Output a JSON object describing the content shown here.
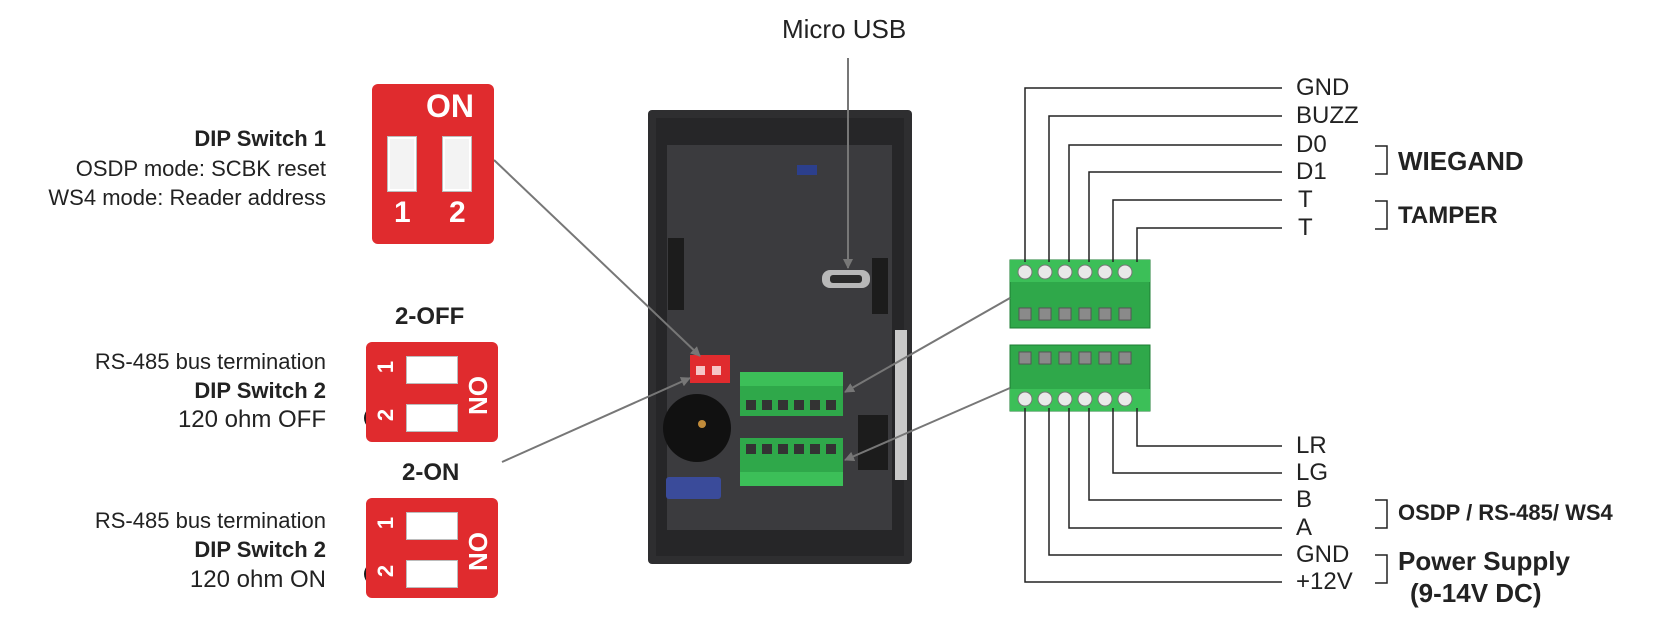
{
  "top": {
    "micro_usb": "Micro USB"
  },
  "dip1": {
    "on_label": "ON",
    "num1": "1",
    "num2": "2",
    "title": "DIP Switch 1",
    "line1": "OSDP mode: SCBK reset",
    "line2": "WS4 mode: Reader address"
  },
  "dip2_off": {
    "heading": "2-OFF",
    "line1": "RS-485 bus termination",
    "title": "DIP Switch 2",
    "line3": "120 ohm OFF",
    "on_label": "ON",
    "num1": "1",
    "num2": "2"
  },
  "dip2_on": {
    "heading": "2-ON",
    "line1": "RS-485 bus termination",
    "title": "DIP Switch 2",
    "line3": "120 ohm ON",
    "on_label": "ON",
    "num1": "1",
    "num2": "2"
  },
  "upper_terminals": {
    "pins": [
      "GND",
      "BUZZ",
      "D0",
      "D1",
      "T",
      "T"
    ],
    "groups": {
      "wiegand": "WIEGAND",
      "tamper": "TAMPER"
    }
  },
  "lower_terminals": {
    "pins": [
      "LR",
      "LG",
      "B",
      "A",
      "GND",
      "+12V"
    ],
    "groups": {
      "osdp": "OSDP / RS-485/ WS4",
      "power_line1": "Power Supply",
      "power_line2": "(9-14V DC)"
    }
  },
  "colors": {
    "dip_red": "#e02b2e",
    "terminal_green": "#2fa84a",
    "device_dark": "#2e2e30"
  }
}
